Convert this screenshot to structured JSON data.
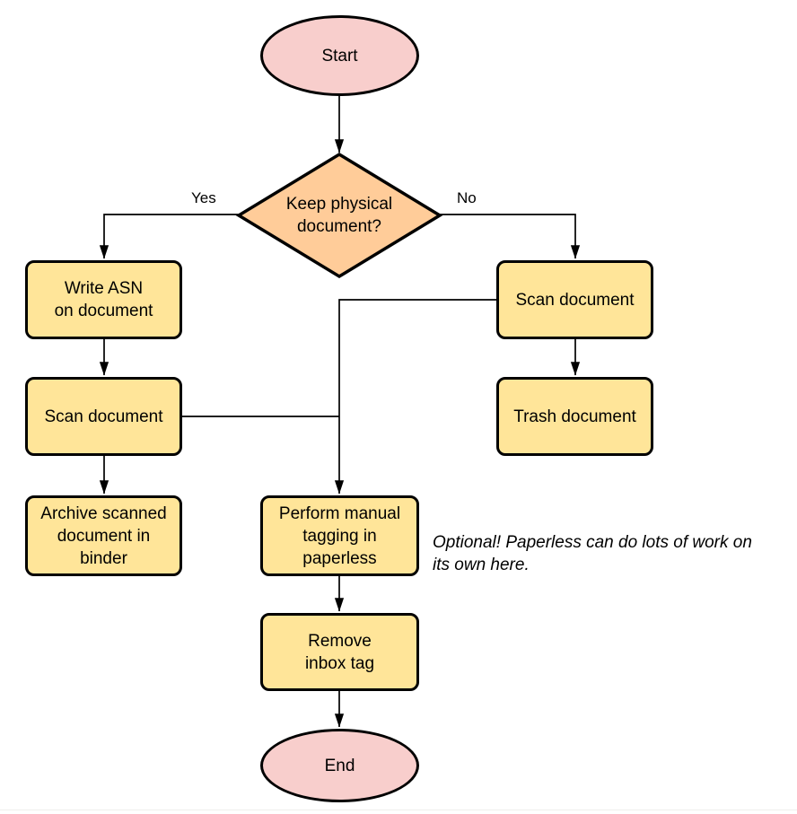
{
  "diagram": {
    "type": "flowchart",
    "nodes": {
      "start": {
        "label": "Start",
        "shape": "terminal"
      },
      "decision": {
        "label": "Keep physical\ndocument?",
        "shape": "decision"
      },
      "write_asn": {
        "label": "Write ASN\non document",
        "shape": "process"
      },
      "scan_left": {
        "label": "Scan document",
        "shape": "process"
      },
      "archive": {
        "label": "Archive scanned\ndocument in\nbinder",
        "shape": "process"
      },
      "scan_right": {
        "label": "Scan document",
        "shape": "process"
      },
      "trash": {
        "label": "Trash document",
        "shape": "process"
      },
      "tagging": {
        "label": "Perform manual\ntagging in\npaperless",
        "shape": "process"
      },
      "remove_tag": {
        "label": "Remove\ninbox tag",
        "shape": "process"
      },
      "end": {
        "label": "End",
        "shape": "terminal"
      }
    },
    "edge_labels": {
      "yes": "Yes",
      "no": "No"
    },
    "annotation": "Optional! Paperless can do lots of work on\nits own here.",
    "colors": {
      "terminal_fill": "#F8CECC",
      "decision_fill": "#FFCC99",
      "process_fill": "#FFE599",
      "stroke": "#000000",
      "background": "#FFFFFF"
    }
  }
}
